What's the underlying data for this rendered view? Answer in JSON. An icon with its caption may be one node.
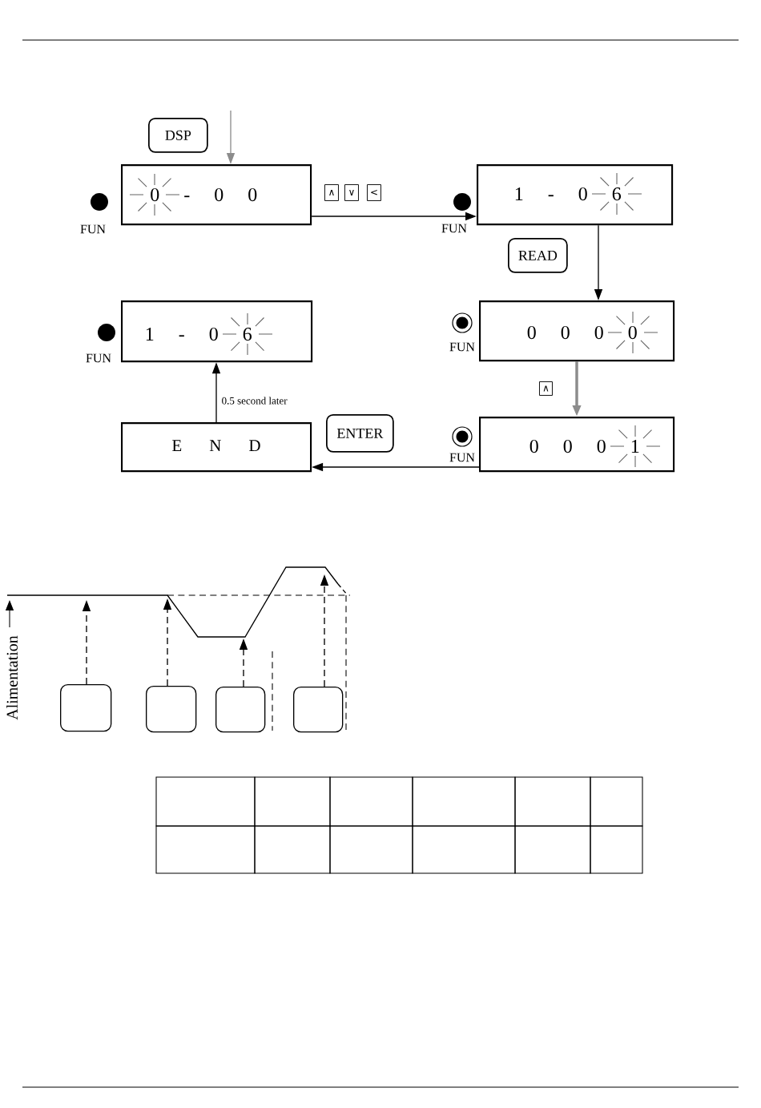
{
  "diagram": {
    "nodes": [
      {
        "text": [
          "DSP"
        ]
      },
      {
        "text": [
          "0 - 0 0"
        ],
        "beside": [
          "FUN"
        ]
      },
      {
        "text": [
          "∧"
        ]
      },
      {
        "text": [
          "∨"
        ]
      },
      {
        "text": [
          "<"
        ]
      },
      {
        "text": [
          "1 - 0 6"
        ],
        "beside": [
          "FUN"
        ]
      },
      {
        "text": [
          "READ"
        ]
      },
      {
        "text": [
          "1 - 0 6"
        ],
        "beside": [
          "FUN"
        ]
      },
      {
        "text": [
          "0 0 0 0"
        ],
        "beside": [
          "FUN"
        ]
      },
      {
        "text": [
          "∧"
        ]
      },
      {
        "text": [
          "E N D"
        ]
      },
      {
        "text": [
          "ENTER"
        ]
      },
      {
        "text": [
          "0 0 0 1"
        ],
        "beside": [
          "FUN"
        ]
      },
      {
        "text": [],
        "shape": "box"
      },
      {
        "text": [],
        "shape": "box"
      },
      {
        "text": [],
        "shape": "box"
      },
      {
        "text": [],
        "shape": "box"
      }
    ],
    "edges": [
      {
        "from": null,
        "to": 1,
        "arrow": "to",
        "color": "#8c8c8c"
      },
      {
        "from": 1,
        "to": 5,
        "arrow": "to"
      },
      {
        "from": 5,
        "to": 8,
        "arrow": "to"
      },
      {
        "from": 8,
        "to": 12,
        "arrow": "to",
        "style": "thick",
        "color": "#8c8c8c"
      },
      {
        "from": 12,
        "to": 10,
        "arrow": "to"
      },
      {
        "from": 10,
        "to": 7,
        "arrow": "to",
        "label": "0.5 second later"
      },
      {
        "from": 13,
        "to": null,
        "arrow": "to",
        "style": "dashed"
      },
      {
        "from": 14,
        "to": null,
        "arrow": "to",
        "style": "dashed"
      },
      {
        "from": 15,
        "to": null,
        "arrow": "to",
        "style": "dashed"
      },
      {
        "from": 16,
        "to": null,
        "arrow": "to",
        "style": "dashed"
      }
    ],
    "labels": [
      "Alimentation"
    ]
  }
}
